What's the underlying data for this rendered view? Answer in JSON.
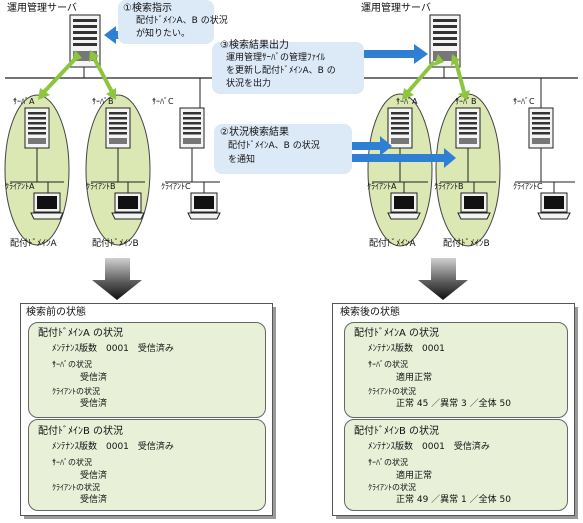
{
  "left": {
    "title": "運用管理サーバ",
    "callout1": {
      "line1": "①検索指示",
      "line2": "配付ﾄﾞﾒｲﾝA、B の状況",
      "line3": "が知りたい。"
    },
    "servers": {
      "a": "ｻｰﾊﾞA",
      "b": "ｻｰﾊﾞB",
      "c": "ｻｰﾊﾞC"
    },
    "clients": {
      "a": "ｸﾗｲｱﾝﾄA",
      "b": "ｸﾗｲｱﾝﾄB",
      "c": "ｸﾗｲｱﾝﾄC"
    },
    "domains": {
      "a": "配付ﾄﾞﾒｲﾝA",
      "b": "配付ﾄﾞﾒｲﾝB"
    },
    "callout2": {
      "line1": "②状況検索結果",
      "line2": "配付ﾄﾞﾒｲﾝA、B の状況",
      "line3": "を通知"
    }
  },
  "right": {
    "title": "運用管理サーバ",
    "callout3": {
      "line1": "③検索結果出力",
      "line2": "運用管理ｻｰﾊﾞの管理ﾌｧｲﾙ",
      "line3": "を更新し配付ﾄﾞﾒｲﾝA、B の",
      "line4": "状況を出力"
    },
    "servers": {
      "a": "ｻｰﾊﾞA",
      "b": "ｻｰﾊﾞB",
      "c": "ｻｰﾊﾞC"
    },
    "clients": {
      "a": "ｸﾗｲｱﾝﾄA",
      "b": "ｸﾗｲｱﾝﾄB",
      "c": "ｸﾗｲｱﾝﾄC"
    },
    "domains": {
      "a": "配付ﾄﾞﾒｲﾝA",
      "b": "配付ﾄﾞﾒｲﾝB"
    }
  },
  "before": {
    "title": "検索前の状態",
    "boxA": {
      "title": "配付ﾄﾞﾒｲﾝA の状況",
      "maint": "ﾒﾝﾃﾅﾝｽ版数　0001　受信済み",
      "server_label": "ｻｰﾊﾞの状況",
      "server_val": "受信済",
      "client_label": "ｸﾗｲｱﾝﾄの状況",
      "client_val": "受信済"
    },
    "boxB": {
      "title": "配付ﾄﾞﾒｲﾝB の状況",
      "maint": "ﾒﾝﾃﾅﾝｽ版数　0001　受信済み",
      "server_label": "ｻｰﾊﾞの状況",
      "server_val": "受信済",
      "client_label": "ｸﾗｲｱﾝﾄの状況",
      "client_val": "受信済"
    }
  },
  "after": {
    "title": "検索後の状態",
    "boxA": {
      "title": "配付ﾄﾞﾒｲﾝA の状況",
      "maint": "ﾒﾝﾃﾅﾝｽ版数　0001",
      "server_label": "ｻｰﾊﾞの状況",
      "server_val": "適用正常",
      "client_label": "ｸﾗｲｱﾝﾄの状況",
      "client_val": "正常 45 ／異常 3 ／全体 50"
    },
    "boxB": {
      "title": "配付ﾄﾞﾒｲﾝB の状況",
      "maint": "ﾒﾝﾃﾅﾝｽ版数　0001　受信済み",
      "server_label": "ｻｰﾊﾞの状況",
      "server_val": "適用正常",
      "client_label": "ｸﾗｲｱﾝﾄの状況",
      "client_val": "正常 49 ／異常 1 ／全体 50"
    }
  },
  "colors": {
    "ellipse": "#dbe8b4",
    "callout": "#dce9f7",
    "arrow_blue": "#2f7fd4",
    "arrow_green": "#8cc63f",
    "box": "#e8f0d8"
  }
}
